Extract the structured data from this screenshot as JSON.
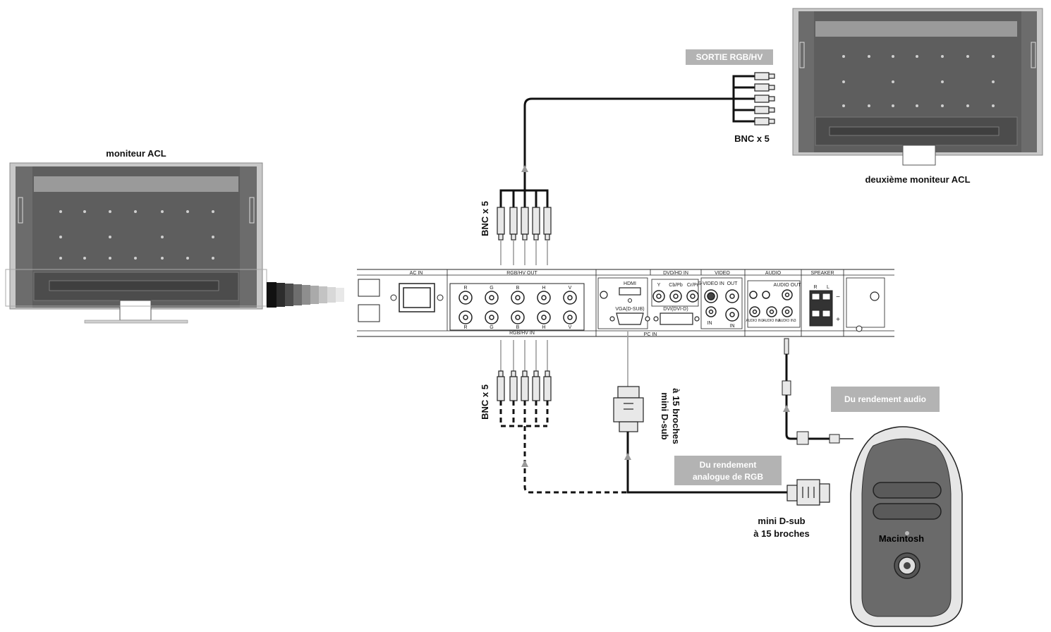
{
  "labels": {
    "monitor1": "moniteur ACL",
    "monitor2": "deuxième moniteur ACL",
    "sortie": "SORTIE RGB/HV",
    "bnc_top_right": "BNC x 5",
    "bnc_top_vertical": "BNC x 5",
    "bnc_bottom_vertical": "BNC x 5",
    "dsub_vertical_1": "mini D-sub",
    "dsub_vertical_2": "à 15 broches",
    "rgb_badge_1": "Du rendement",
    "rgb_badge_2": "analogue de RGB",
    "audio_badge": "Du rendement audio",
    "dsub_bottom_1": "mini D-sub",
    "dsub_bottom_2": "à 15 broches",
    "mac": "Macintosh"
  },
  "panel": {
    "ac_in": "AC IN",
    "rgbhv_out": "RGB/HV OUT",
    "rgbhv_in": "RGB/HV IN",
    "dvd_hd_in": "DVD/HD IN",
    "video": "VIDEO",
    "audio": "AUDIO",
    "speaker": "SPEAKER",
    "pc_in": "PC IN",
    "hdmi": "HDMI",
    "vga": "VGA(D-SUB)",
    "dvi": "DVI(DVI-D)",
    "y": "Y",
    "cb": "Cb/Pb",
    "cr": "Cr/Pr",
    "svideo_in": "S-VIDEO IN",
    "out": "OUT",
    "in1": "IN",
    "in2": "IN",
    "audio_out": "AUDIO OUT",
    "audio_in1": "AUDIO IN1",
    "audio_in2": "AUDIO IN2",
    "audio_in3": "AUDIO IN3",
    "spk_r": "R",
    "spk_l": "L",
    "minus": "−",
    "plus": "+",
    "out_pins": [
      "R",
      "G",
      "B",
      "H",
      "V"
    ],
    "in_pins": [
      "R",
      "G",
      "B",
      "H",
      "V"
    ]
  },
  "colors": {
    "monitor_body": "#5a5a5a",
    "monitor_frame": "#b8b8b8",
    "cable": "#111111",
    "badge": "#b3b3b3",
    "arrow": "#999999",
    "mac_body": "#6a6a6a"
  }
}
